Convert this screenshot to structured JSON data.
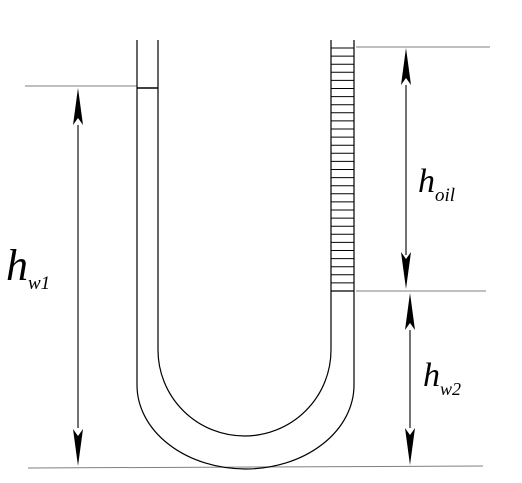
{
  "labels": {
    "hw1": {
      "base": "h",
      "sub": "w1"
    },
    "hoil": {
      "base": "h",
      "sub": "oil"
    },
    "hw2": {
      "base": "h",
      "sub": "w2"
    }
  },
  "colors": {
    "line": "#000000",
    "dimension_line": "#7f7f7f",
    "background": "#ffffff"
  }
}
